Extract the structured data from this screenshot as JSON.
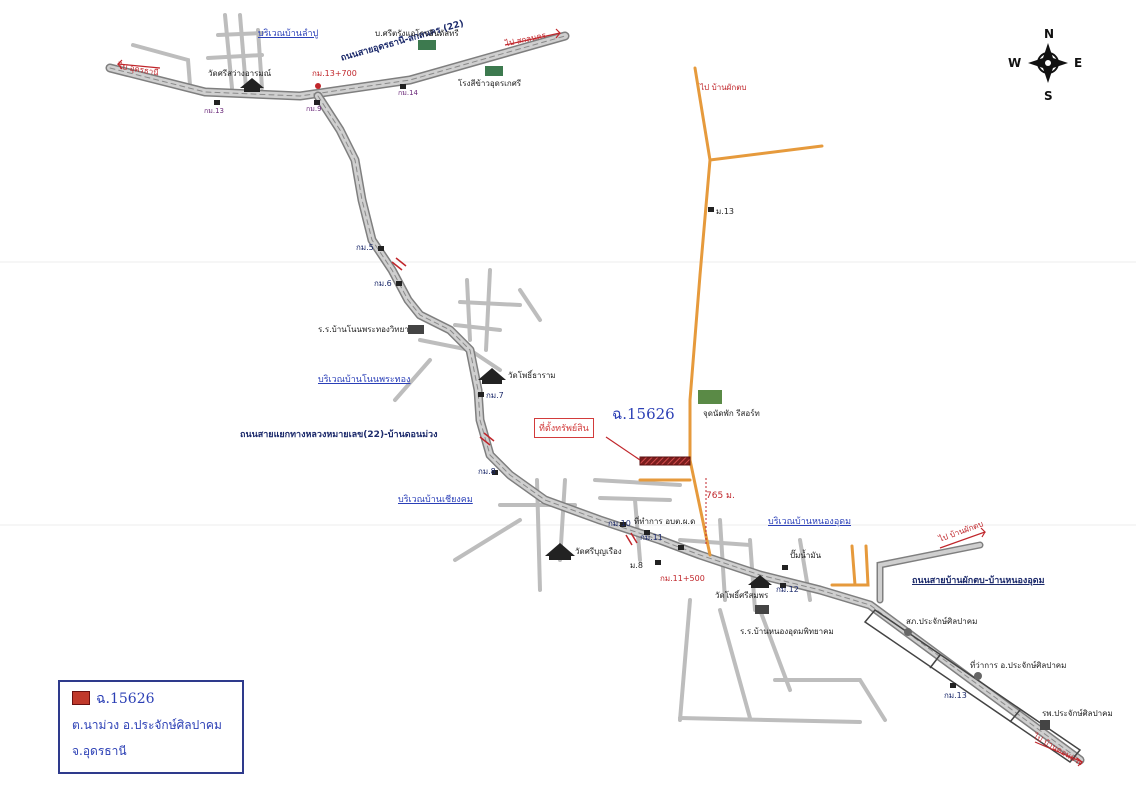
{
  "parcel": {
    "code": "ฉ.15626",
    "callout_label": "ที่ตั้งทรัพย์สิน",
    "distance": "765 ม."
  },
  "compass": {
    "n": "N",
    "s": "S",
    "e": "E",
    "w": "W"
  },
  "areas": [
    {
      "id": "ban-lamphu",
      "label": "บริเวณบ้านลำปู"
    },
    {
      "id": "ban-non",
      "label": "บริเวณบ้านโนนพระทอง"
    },
    {
      "id": "ban-chiang",
      "label": "บริเวณบ้านเชียงคม"
    },
    {
      "id": "ban-nong",
      "label": "บริเวณบ้านหนองอุดม"
    }
  ],
  "roads": [
    {
      "id": "highway-22",
      "label": "ถนนสายอุดรธานี-สกลนคร (22)"
    },
    {
      "id": "branch-road",
      "label": "ถนนสายแยกทางหลวงหมายเลข(22)-บ้านดอนม่วง"
    },
    {
      "id": "east-road",
      "label": "ถนนสายบ้านผักตบ-บ้านหนองอุดม"
    }
  ],
  "directions": [
    {
      "id": "to-sakon",
      "label": "ไป สกลนคร"
    },
    {
      "id": "to-udon",
      "label": "ไป อุดรธานี"
    },
    {
      "id": "to-phaktob-north",
      "label": "ไป บ้านผักตบ"
    },
    {
      "id": "to-phaktob-east",
      "label": "ไป บ้านผักตบ"
    },
    {
      "id": "to-south",
      "label": "ไป บ้านดอนม่วง"
    }
  ],
  "landmarks": [
    {
      "id": "company",
      "label": "บ.ศรีตรังแอโกรอินดัสทรี"
    },
    {
      "id": "wat-sri",
      "label": "วัดศรีสว่างอารมณ์"
    },
    {
      "id": "rice-mill",
      "label": "โรงสีข้าวอุดรเกศรี"
    },
    {
      "id": "school-1",
      "label": "ร.ร.บ้านโนนพระทองวิทยา"
    },
    {
      "id": "wat-pho",
      "label": "วัดโพธิ์ธาราม"
    },
    {
      "id": "resort",
      "label": "จุดนัดพัก รีสอร์ท"
    },
    {
      "id": "moo13",
      "label": "ม.13"
    },
    {
      "id": "police",
      "label": "ที่ทำการ อบต.ผ.ด"
    },
    {
      "id": "wat-sri-bun",
      "label": "วัดศรีบุญเรือง"
    },
    {
      "id": "moo8",
      "label": "ม.8"
    },
    {
      "id": "gas",
      "label": "ปั๊มน้ำมัน"
    },
    {
      "id": "wat-pho-2",
      "label": "วัดโพธิ์ศรีสมพร"
    },
    {
      "id": "school-2",
      "label": "ร.ร.บ้านหนองอุดมพิทยาคม"
    },
    {
      "id": "district-office",
      "label": "สภ.ประจักษ์ศิลปาคม"
    },
    {
      "id": "district-hq",
      "label": "ที่ว่าการ อ.ประจักษ์ศิลปาคม"
    },
    {
      "id": "district-hospital",
      "label": "รพ.ประจักษ์ศิลปาคม"
    }
  ],
  "km_markers": [
    {
      "id": "km13-700",
      "label": "กม.13+700"
    },
    {
      "id": "km14",
      "label": "กม.14"
    },
    {
      "id": "km13-w",
      "label": "กม.13"
    },
    {
      "id": "km9",
      "label": "กม.9"
    },
    {
      "id": "km5",
      "label": "กม.5"
    },
    {
      "id": "km6",
      "label": "กม.6"
    },
    {
      "id": "km7",
      "label": "กม.7"
    },
    {
      "id": "km8",
      "label": "กม.8"
    },
    {
      "id": "km10",
      "label": "กม.10"
    },
    {
      "id": "km11",
      "label": "กม.11"
    },
    {
      "id": "km11-500",
      "label": "กม.11+500"
    },
    {
      "id": "km12",
      "label": "กม.12"
    },
    {
      "id": "km13-s",
      "label": "กม.13"
    }
  ],
  "legend": {
    "line1": "ฉ.15626",
    "line2": "ต.นาม่วง อ.ประจักษ์ศิลปาคม",
    "line3": "จ.อุดรธานี"
  },
  "colors": {
    "road": "#bdbdbd",
    "road_edge": "#7f7f7f",
    "access_road": "#e69a3c",
    "parcel": "#c0392b",
    "area_label": "#2a3fb8"
  }
}
